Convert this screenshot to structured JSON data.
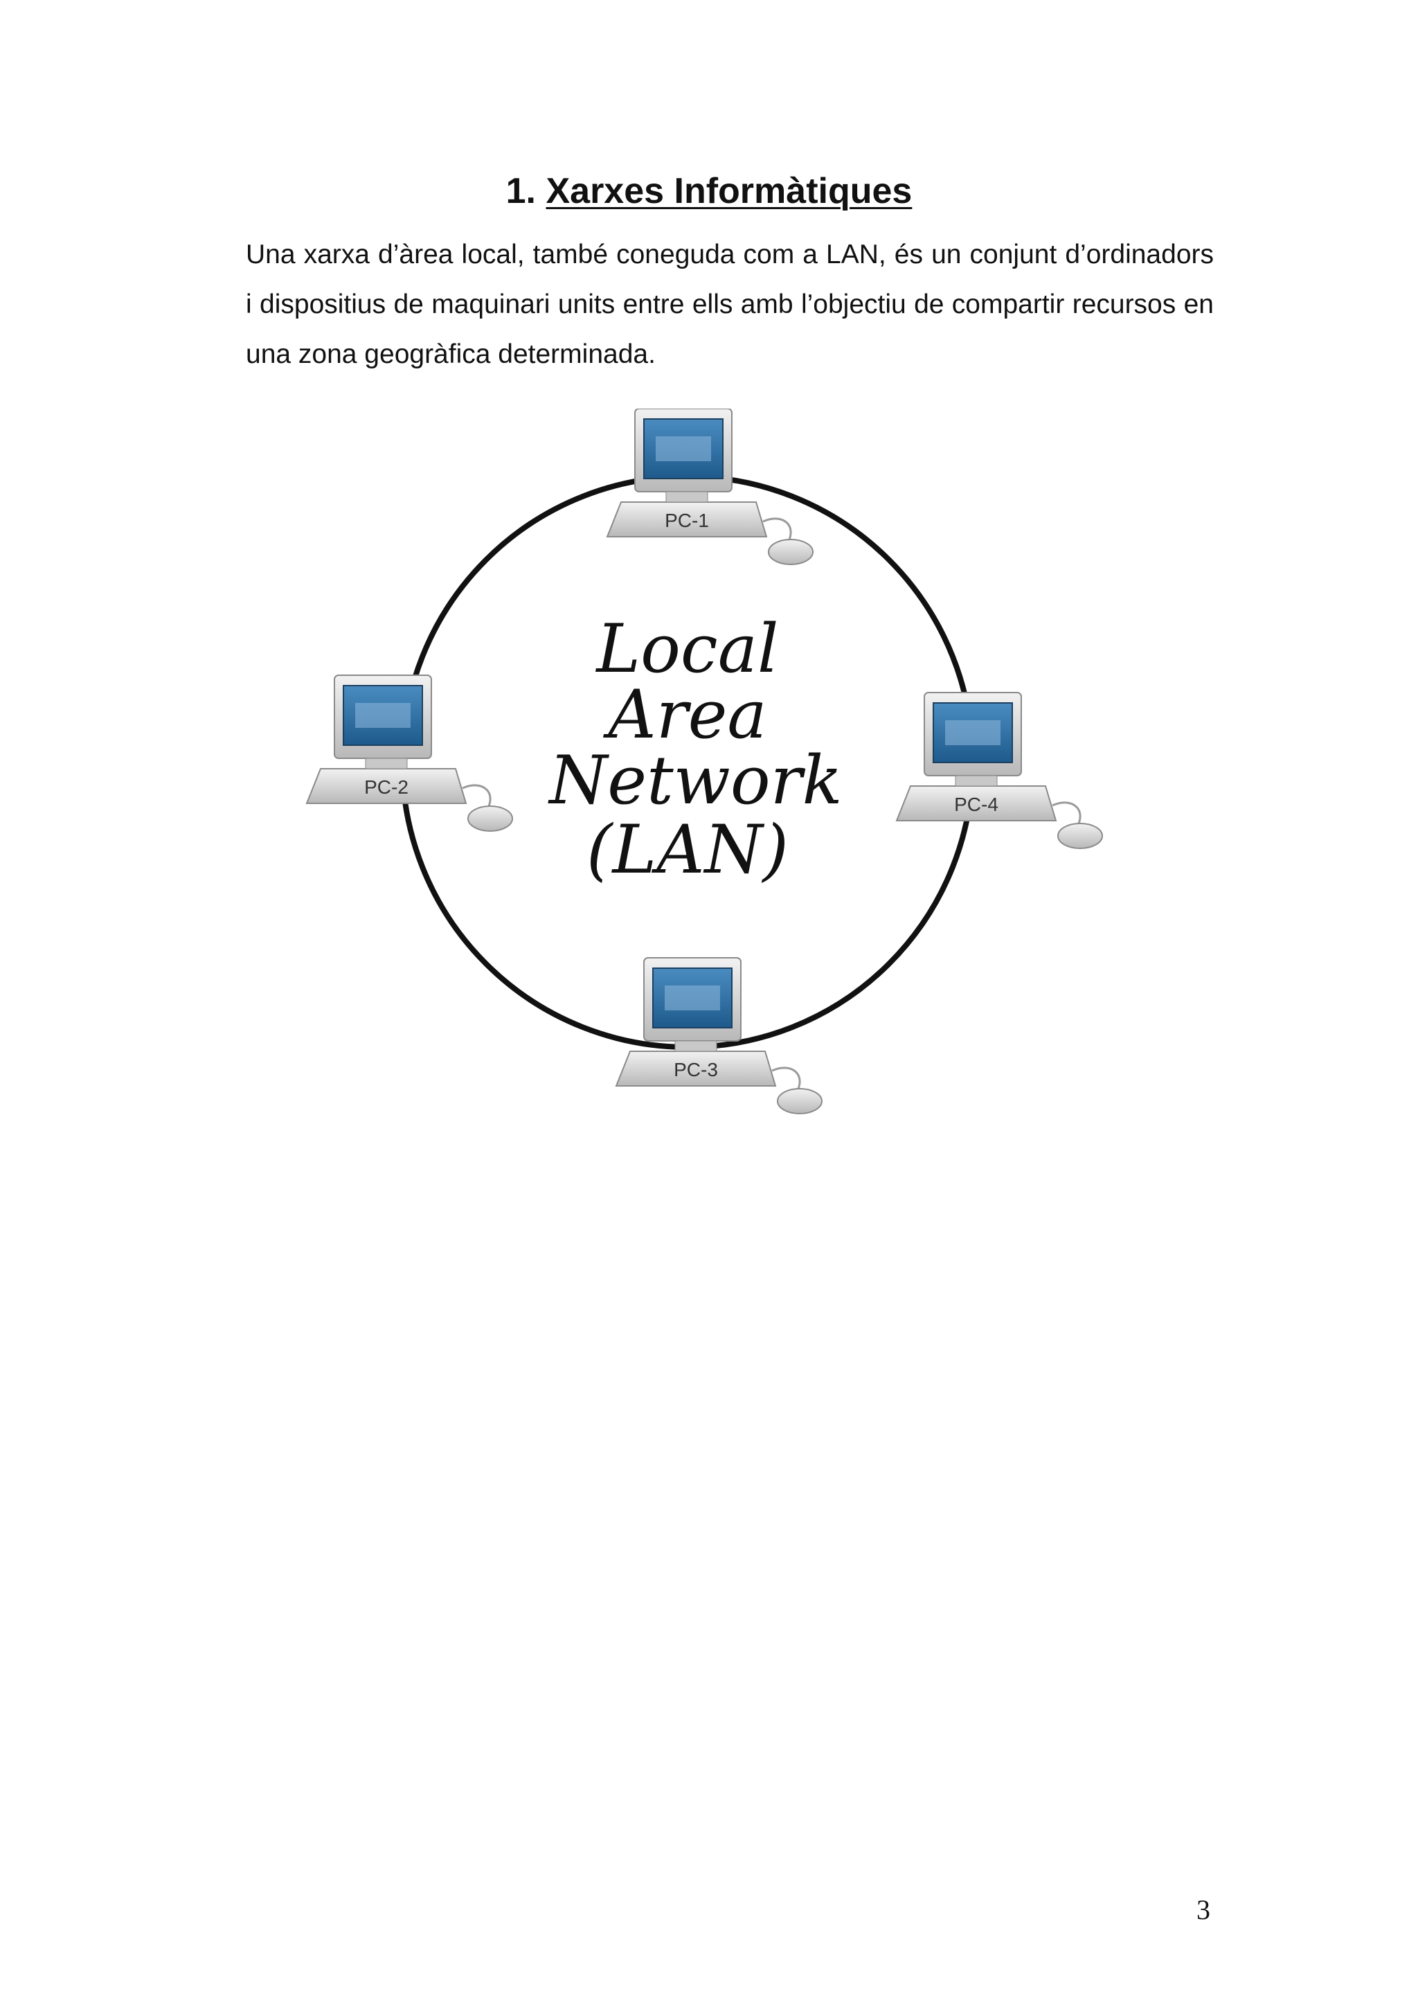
{
  "heading": {
    "number": "1.",
    "title": "Xarxes Informàtiques"
  },
  "intro": "Una xarxa d’àrea local, també coneguda com a LAN, és un conjunt d’ordinadors i dispositius de maquinari units entre ells amb l’objectiu de compartir recursos en una zona geogràfica determinada.",
  "diagram": {
    "center_lines": [
      "Local",
      "Area",
      "Network",
      "(LAN)"
    ],
    "nodes": [
      {
        "label": "PC-1"
      },
      {
        "label": "PC-2"
      },
      {
        "label": "PC-3"
      },
      {
        "label": "PC-4"
      }
    ]
  },
  "page_number": "3",
  "colors": {
    "screen": "#2f73a8",
    "case": "#d9d9d9",
    "ring": "#111111"
  }
}
